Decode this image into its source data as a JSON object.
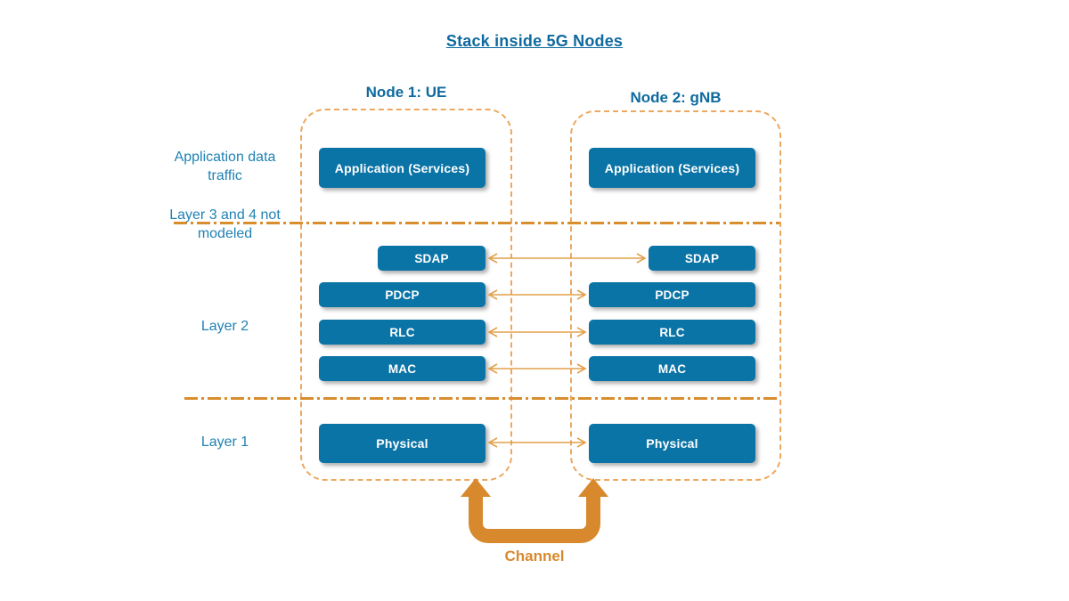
{
  "title": "Stack inside 5G Nodes",
  "side_labels": {
    "app_traffic": "Application data\ntraffic",
    "not_modeled": "Layer 3 and 4 not\nmodeled",
    "layer2": "Layer 2",
    "layer1": "Layer 1"
  },
  "nodes": [
    {
      "label": "Node 1: UE",
      "blocks": {
        "application": "Application (Services)",
        "sdap": "SDAP",
        "pdcp": "PDCP",
        "rlc": "RLC",
        "mac": "MAC",
        "physical": "Physical"
      }
    },
    {
      "label": "Node 2: gNB",
      "blocks": {
        "application": "Application (Services)",
        "sdap": "SDAP",
        "pdcp": "PDCP",
        "rlc": "RLC",
        "mac": "MAC",
        "physical": "Physical"
      }
    }
  ],
  "channel": {
    "label": "Channel"
  },
  "colors": {
    "block": "#0B74A6",
    "heading": "#0E6A9E",
    "side_label": "#2082B4",
    "orange_border": "#ECA860",
    "orange_line": "#D98E2E",
    "arrow": "#E2A04C",
    "channel": "#D8892E"
  }
}
